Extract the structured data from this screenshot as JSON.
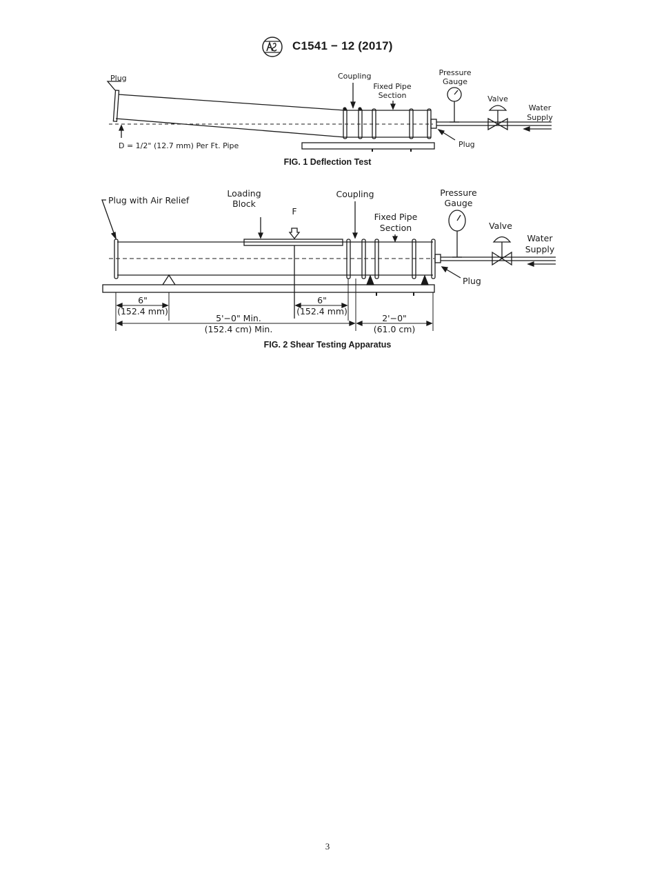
{
  "header": {
    "logo_icon": "astm-logo-icon",
    "title": "C1541 − 12 (2017)"
  },
  "fig1": {
    "label_plug_left": "Plug",
    "label_coupling": "Coupling",
    "label_fixed_pipe_1": "Fixed Pipe",
    "label_fixed_pipe_2": "Section",
    "label_pressure": "Pressure",
    "label_gauge": "Gauge",
    "label_valve": "Valve",
    "label_water": "Water",
    "label_supply": "Supply",
    "label_plug_right": "Plug",
    "label_deflection": "D = 1/2\" (12.7 mm) Per Ft. Pipe",
    "caption": "FIG. 1 Deflection Test"
  },
  "fig2": {
    "label_plug_air": "Plug with Air Relief",
    "label_loading": "Loading",
    "label_block": "Block",
    "label_force": "F",
    "label_coupling": "Coupling",
    "label_fixed_pipe_1": "Fixed Pipe",
    "label_fixed_pipe_2": "Section",
    "label_pressure": "Pressure",
    "label_gauge": "Gauge",
    "label_valve": "Valve",
    "label_water": "Water",
    "label_supply": "Supply",
    "label_plug_right": "Plug",
    "dim_left_in": "6\"",
    "dim_left_mm": "(152.4 mm)",
    "dim_mid_in": "6\"",
    "dim_mid_mm": "(152.4 mm)",
    "dim_total_ft": "5'−0\" Min.",
    "dim_total_cm": "(152.4 cm) Min.",
    "dim_fixed_ft": "2'−0\"",
    "dim_fixed_cm": "(61.0 cm)",
    "caption": "FIG. 2 Shear Testing Apparatus"
  },
  "footer": {
    "page_number": "3"
  }
}
